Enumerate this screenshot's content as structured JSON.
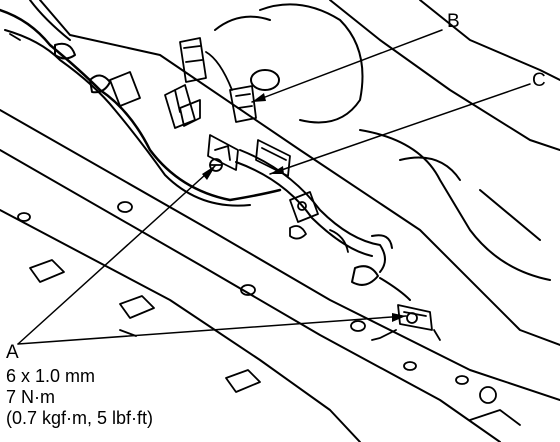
{
  "callouts": {
    "a": "A",
    "b": "B",
    "c": "C"
  },
  "spec": {
    "bolt_size": "6 x 1.0 mm",
    "torque_nm": "7 N·m",
    "torque_alt": "(0.7 kgf·m, 5 lbf·ft)"
  },
  "colors": {
    "line": "#000000",
    "background": "#ffffff"
  }
}
